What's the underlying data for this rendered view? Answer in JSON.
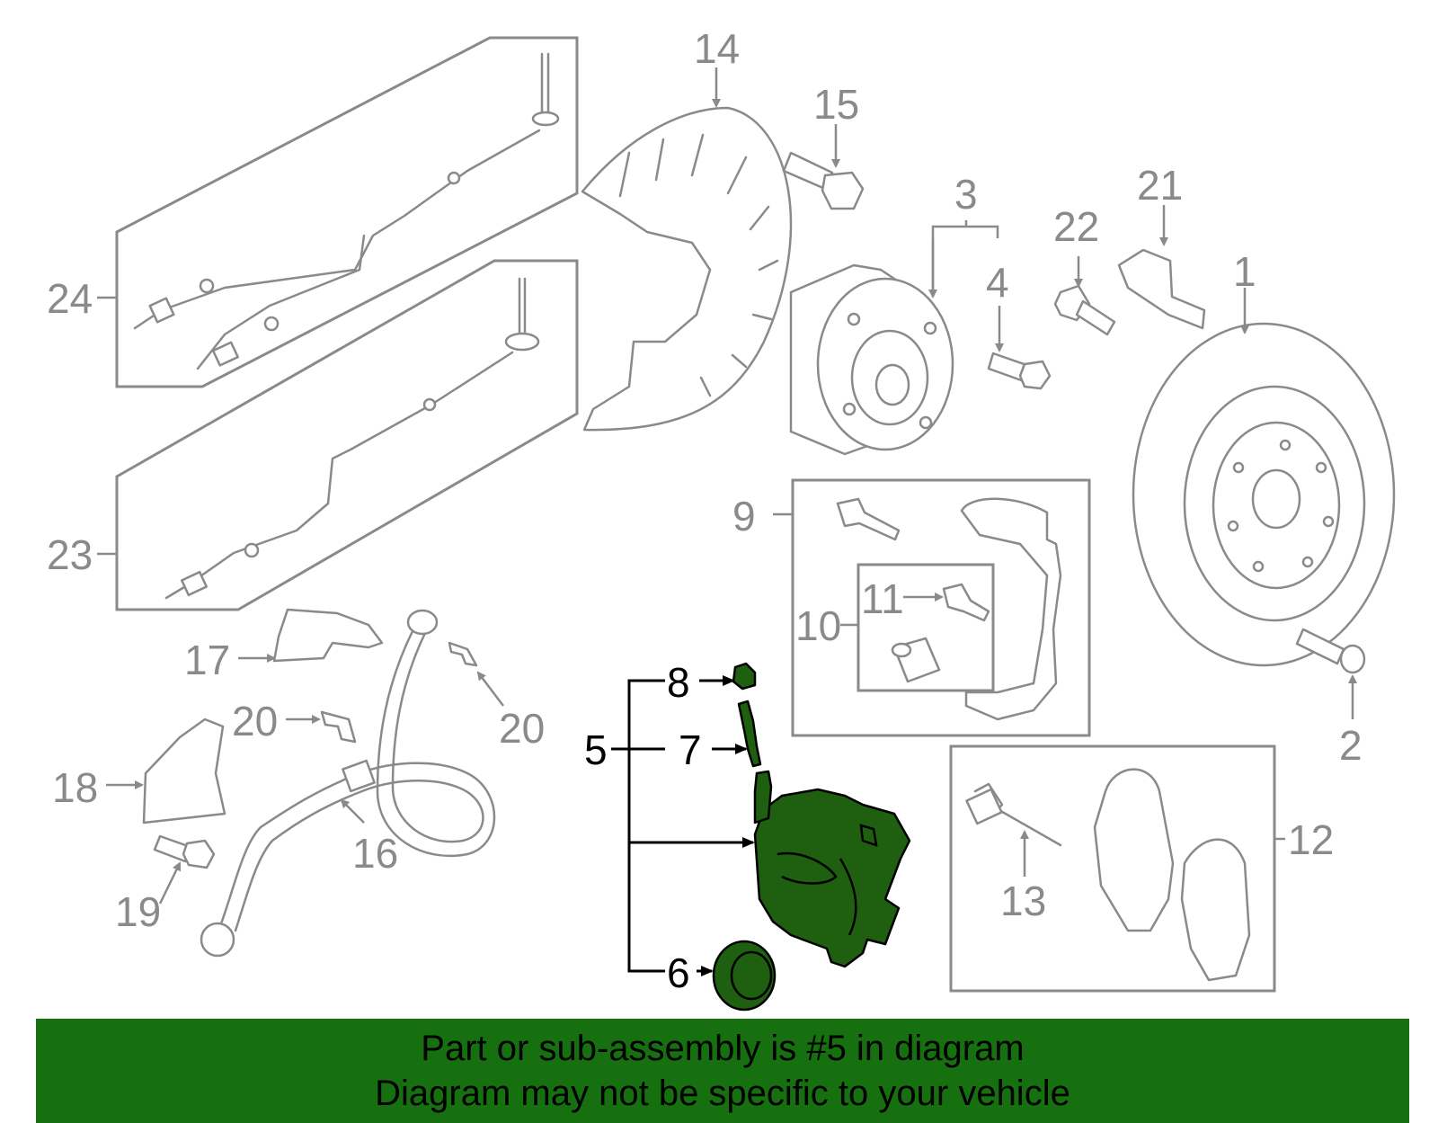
{
  "callouts": {
    "c1": "1",
    "c2": "2",
    "c3": "3",
    "c4": "4",
    "c5": "5",
    "c6": "6",
    "c7": "7",
    "c8": "8",
    "c9": "9",
    "c10": "10",
    "c11": "11",
    "c12": "12",
    "c13": "13",
    "c14": "14",
    "c15": "15",
    "c16": "16",
    "c17": "17",
    "c18": "18",
    "c19": "19",
    "c20a": "20",
    "c20b": "20",
    "c21": "21",
    "c22": "22",
    "c23": "23",
    "c24": "24"
  },
  "highlight_color": "#16700f",
  "banner": {
    "line1": "Part or sub-assembly is #5 in diagram",
    "line2": "Diagram may not be specific to your vehicle"
  }
}
